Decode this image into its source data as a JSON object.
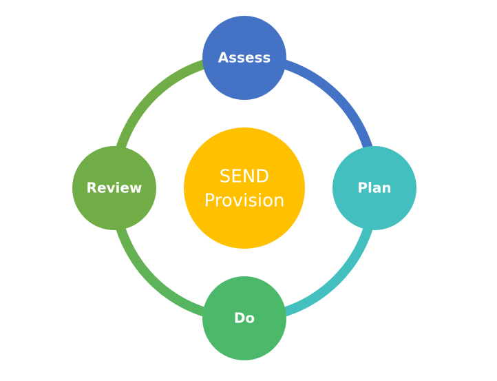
{
  "diagram": {
    "center": {
      "line1": "SEND",
      "line2": "Provision",
      "color": "#FFC000"
    },
    "nodes": {
      "assess": {
        "label": "Assess",
        "color": "#4472C4"
      },
      "plan": {
        "label": "Plan",
        "color": "#44BFBF"
      },
      "do": {
        "label": "Do",
        "color": "#4CB86A"
      },
      "review": {
        "label": "Review",
        "color": "#70AD47"
      }
    },
    "ring_colors": {
      "assess_to_plan": "#4472C4",
      "plan_to_do": "#44BFBF",
      "do_to_review": "#4CB86A",
      "review_to_assess": "#70AD47"
    }
  }
}
